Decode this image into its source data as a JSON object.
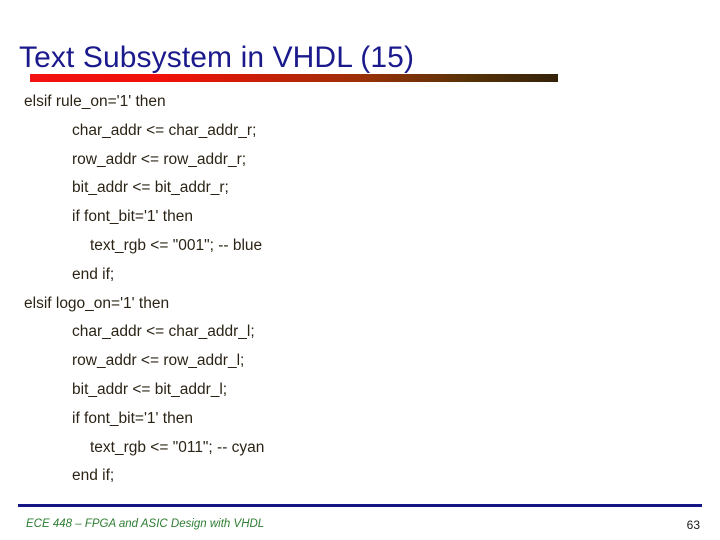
{
  "slide": {
    "title": "Text Subsystem in VHDL (15)",
    "accent_gradient_from": "#f21212",
    "accent_gradient_to": "#33220a",
    "title_color": "#1a1a8c",
    "code_color": "#2b2416",
    "background_color": "#ffffff"
  },
  "code": {
    "language": "VHDL",
    "lines": [
      {
        "indent": 0,
        "text": "elsif rule_on='1' then"
      },
      {
        "indent": 1,
        "text": "char_addr <= char_addr_r;"
      },
      {
        "indent": 1,
        "text": "row_addr <= row_addr_r;"
      },
      {
        "indent": 1,
        "text": "bit_addr <= bit_addr_r;"
      },
      {
        "indent": 1,
        "text": "if font_bit='1' then"
      },
      {
        "indent": 2,
        "text": "text_rgb <= \"001\"; -- blue"
      },
      {
        "indent": 1,
        "text": "end if;"
      },
      {
        "indent": 0,
        "text": "elsif logo_on='1' then"
      },
      {
        "indent": 1,
        "text": "char_addr <= char_addr_l;"
      },
      {
        "indent": 1,
        "text": "row_addr <= row_addr_l;"
      },
      {
        "indent": 1,
        "text": "bit_addr <= bit_addr_l;"
      },
      {
        "indent": 1,
        "text": "if font_bit='1' then"
      },
      {
        "indent": 2,
        "text": "text_rgb <= \"011\"; -- cyan"
      },
      {
        "indent": 1,
        "text": "end if;"
      }
    ]
  },
  "footer": {
    "course_text": "ECE 448 – FPGA and ASIC Design with VHDL",
    "page_number": "63",
    "rule_color": "#151585",
    "text_color": "#2e7d32"
  }
}
